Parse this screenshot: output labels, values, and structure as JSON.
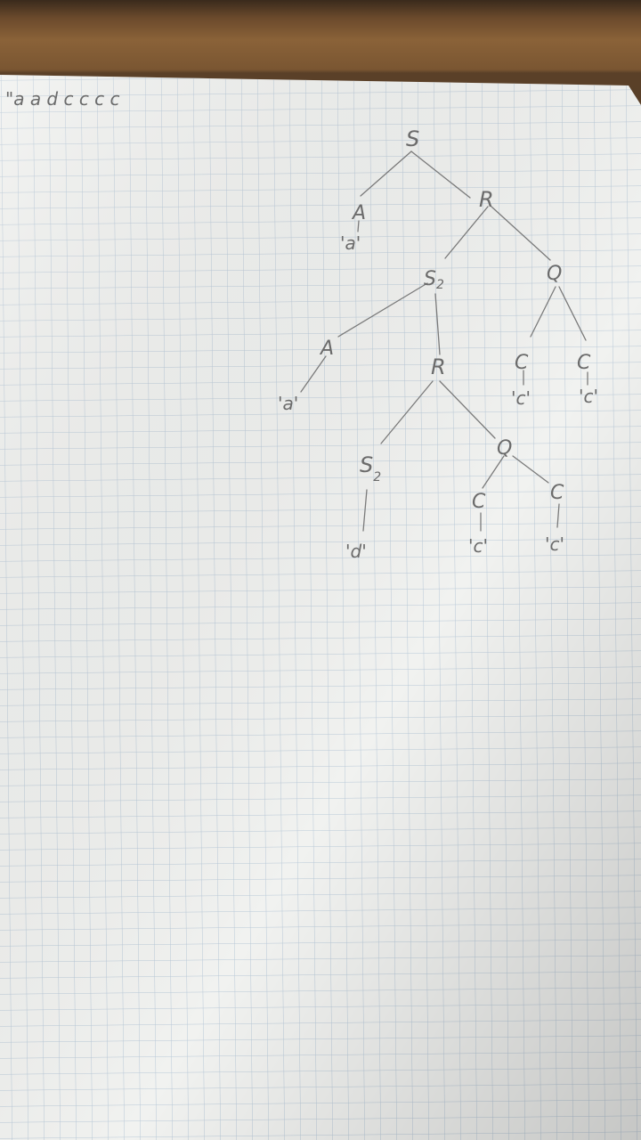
{
  "photo": {
    "subject": "handwritten parse tree on grid paper",
    "input_string": "\"a a d c c c c"
  },
  "tree": {
    "root": "S",
    "n1_A": "A",
    "n1_A_leaf": "'a'",
    "n1_R": "R",
    "n2_S2": "S",
    "n2_S2_sub": "2",
    "n2_Q": "Q",
    "n3_A": "A",
    "n3_A_leaf": "'a'",
    "n3_R": "R",
    "n3_C1": "C",
    "n3_C1_leaf": "'c'",
    "n3_C2": "C",
    "n3_C2_leaf": "'c'",
    "n4_S2": "S",
    "n4_S2_sub": "2",
    "n4_S2_leaf": "'d'",
    "n4_Q": "Q",
    "n5_C1": "C",
    "n5_C1_leaf": "'c'",
    "n5_C2": "C",
    "n5_C2_leaf": "'c'"
  },
  "colors": {
    "paper": "#f1f2f0",
    "grid": "#b9c9d8",
    "pencil": "#6b6b6b",
    "desk": "#8a6238"
  }
}
